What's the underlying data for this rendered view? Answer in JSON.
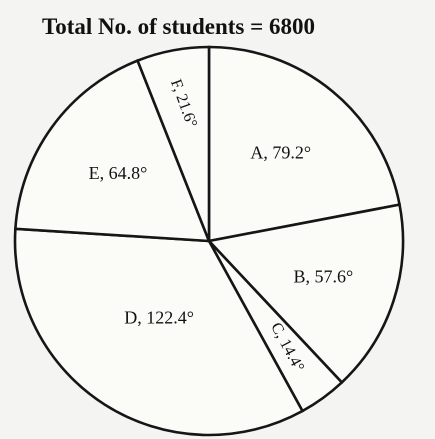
{
  "chart_data": {
    "type": "pie",
    "title": "Total No. of students = 6800",
    "unit": "°",
    "slices": [
      {
        "name": "A",
        "value": 79.2,
        "label": "A, 79.2°"
      },
      {
        "name": "B",
        "value": 57.6,
        "label": "B, 57.6°"
      },
      {
        "name": "C",
        "value": 14.4,
        "label": "C, 14.4°"
      },
      {
        "name": "D",
        "value": 122.4,
        "label": "D, 122.4°"
      },
      {
        "name": "E",
        "value": 64.8,
        "label": "E, 64.8°"
      },
      {
        "name": "F",
        "value": 21.6,
        "label": "F, 21.6°"
      }
    ]
  }
}
